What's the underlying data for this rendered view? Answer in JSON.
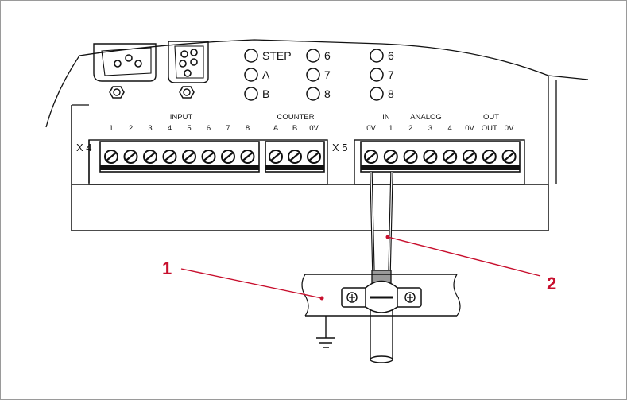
{
  "indicators": {
    "col1": [
      "STEP",
      "A",
      "B"
    ],
    "col2": [
      "6",
      "7",
      "8"
    ],
    "col3": [
      "6",
      "7",
      "8"
    ]
  },
  "connector_x4": {
    "label": "X 4",
    "input_title": "INPUT",
    "input_pins": [
      "1",
      "2",
      "3",
      "4",
      "5",
      "6",
      "7",
      "8"
    ],
    "counter_title": "COUNTER",
    "counter_pins": [
      "A",
      "B",
      "0V"
    ]
  },
  "connector_x5": {
    "label": "X 5",
    "in_title": "IN",
    "analog_title": "ANALOG",
    "out_title": "OUT",
    "pins": [
      "0V",
      "1",
      "2",
      "3",
      "4",
      "0V",
      "OUT",
      "0V"
    ]
  },
  "callouts": [
    {
      "number": "1",
      "color": "#c8102e"
    },
    {
      "number": "2",
      "color": "#c8102e"
    }
  ],
  "colors": {
    "callout": "#c8102e",
    "line": "#111111"
  }
}
